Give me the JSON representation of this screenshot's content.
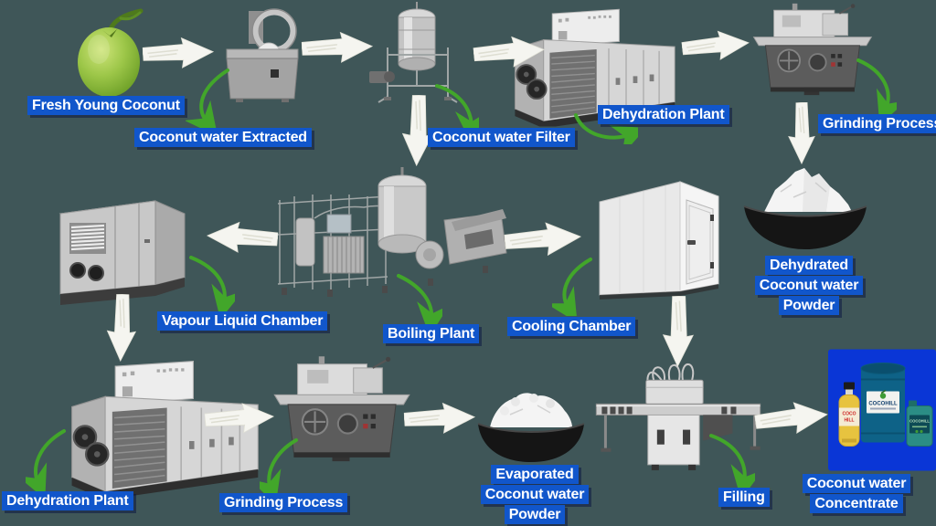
{
  "colors": {
    "background": "#3f5658",
    "label_background": "#1156cb",
    "label_text": "#ffffff",
    "flow_arrow": "#f5f5f0",
    "pointer_arrow": "#42a62a",
    "product_card_background": "#0a36d6"
  },
  "labels": {
    "fresh_young_coconut": "Fresh Young Coconut",
    "coconut_water_extracted": "Coconut water Extracted",
    "coconut_water_filter": "Coconut water Filter",
    "dehydration_plant_top": "Dehydration Plant",
    "grinding_process_top": "Grinding Process",
    "vapour_liquid_chamber": "Vapour Liquid Chamber",
    "boiling_plant": "Boiling Plant",
    "cooling_chamber": "Cooling Chamber",
    "dehydrated_powder": {
      "line1": "Dehydrated",
      "line2": "Coconut water",
      "line3": "Powder"
    },
    "dehydration_plant_bottom": "Dehydration Plant",
    "grinding_process_bottom": "Grinding Process",
    "evaporated_powder": {
      "line1": "Evaporated",
      "line2": "Coconut water",
      "line3": "Powder"
    },
    "filling": "Filling",
    "coconut_water_concentrate": {
      "line1": "Coconut water",
      "line2": "Concentrate"
    }
  },
  "products": {
    "bottle": {
      "line1": "COCO",
      "line2": "HILL"
    },
    "drum_label": "COCOHILL",
    "can_label": "COCOHILL"
  },
  "flow_order": [
    "Fresh Young Coconut",
    "Coconut water Extracted",
    "Coconut water Filter",
    "Dehydration Plant",
    "Grinding Process",
    "Dehydrated Coconut water Powder",
    "Boiling Plant",
    "Vapour Liquid Chamber",
    "Cooling Chamber",
    "Dehydration Plant",
    "Grinding Process",
    "Evaporated Coconut water Powder",
    "Filling",
    "Coconut water Concentrate"
  ]
}
